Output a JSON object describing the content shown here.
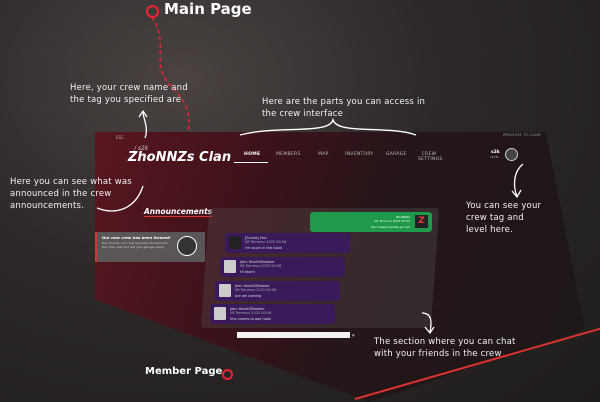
{
  "annotations": {
    "main_page": "Main Page",
    "member_page": "Member Page",
    "crew_name_note": "Here, your crew name and the tag you specified are",
    "parts_note": "Here are the parts you can access in the crew interface",
    "announcements_note": "Here you can see what was announced in the crew announcements.",
    "tag_level_note": "You can see your crew tag and level here.",
    "chat_note": "The section where you can chat with your friends in the crew"
  },
  "app": {
    "corner_label": "ESC",
    "crew_tag": "/ s2k",
    "crew_name": "ZhoNNZs Clan",
    "nav": [
      "HOME",
      "MEMBERS",
      "MAP",
      "INVENTORY",
      "GARAGE",
      "CREW SETTINGS"
    ],
    "tag_badge": "s2k",
    "level_label": "LEVEL",
    "top_right_text": "PRESS ESC TO CLOSE",
    "announcements_title": "Announcements",
    "announcement": {
      "title": "Our new crew has been formed!",
      "body": "Hey friends, our crew has been formed! Join the crew chat and get your garage ready."
    },
    "chat": {
      "own": {
        "name": "ZhoNNZs",
        "date": "08 Temmuz 2022 00:56",
        "text": "Yeni mesaj burada yer alir"
      },
      "messages": [
        {
          "name": "[Sunda] Han",
          "date": "08 Temmuz 2022 00:56",
          "text": "I'm stuck in the hood"
        },
        {
          "name": "John HeartOBreaker",
          "date": "08 Temmuz 2022 00:56",
          "text": "Hi team!"
        },
        {
          "name": "John HeartOBreaker",
          "date": "08 Temmuz 2022 00:56",
          "text": "Are we coming"
        },
        {
          "name": "John HeartOBreaker",
          "date": "08 Temmuz 2022 00:56",
          "text": "She comes to ape hook"
        }
      ],
      "input_placeholder": ""
    }
  },
  "colors": {
    "accent": "#e03a3a",
    "green": "#1f9a4a",
    "purple": "#3b1a5c"
  }
}
